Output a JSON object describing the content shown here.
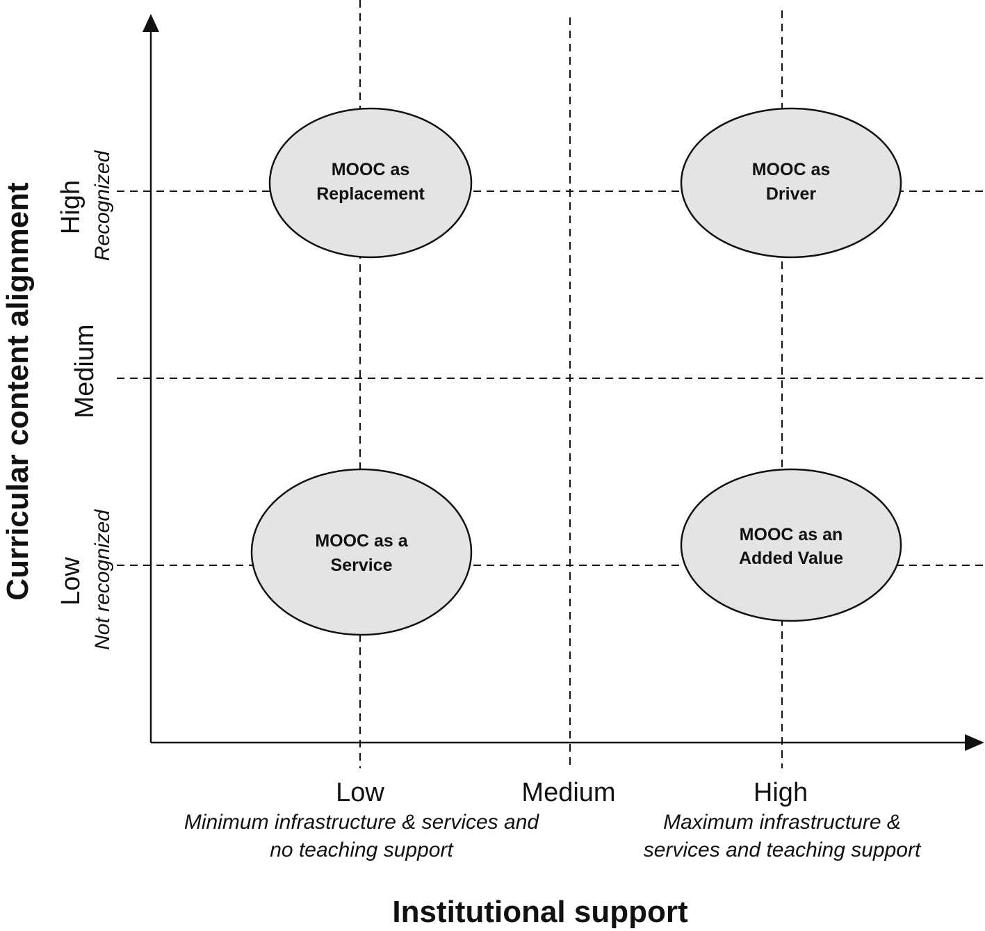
{
  "diagram": {
    "x_axis": {
      "title": "Institutional support",
      "levels": [
        {
          "label": "Low",
          "description_lines": [
            "Minimum infrastructure & services and",
            "no teaching support"
          ]
        },
        {
          "label": "Medium",
          "description_lines": []
        },
        {
          "label": "High",
          "description_lines": [
            "Maximum infrastructure &",
            "services and teaching support"
          ]
        }
      ]
    },
    "y_axis": {
      "title": "Curricular content alignment",
      "levels": [
        {
          "label": "Low",
          "description": "Not recognized"
        },
        {
          "label": "Medium",
          "description": ""
        },
        {
          "label": "High",
          "description": "Recognized"
        }
      ]
    },
    "quadrants": [
      {
        "x_level": "Low",
        "y_level": "High",
        "lines": [
          "MOOC as",
          "Replacement"
        ]
      },
      {
        "x_level": "High",
        "y_level": "High",
        "lines": [
          "MOOC as",
          "Driver"
        ]
      },
      {
        "x_level": "Low",
        "y_level": "Low",
        "lines": [
          "MOOC as a",
          "Service"
        ]
      },
      {
        "x_level": "High",
        "y_level": "Low",
        "lines": [
          "MOOC as an",
          "Added Value"
        ]
      }
    ],
    "colors": {
      "ellipse_fill": "#e4e4e4",
      "stroke": "#111111"
    }
  }
}
